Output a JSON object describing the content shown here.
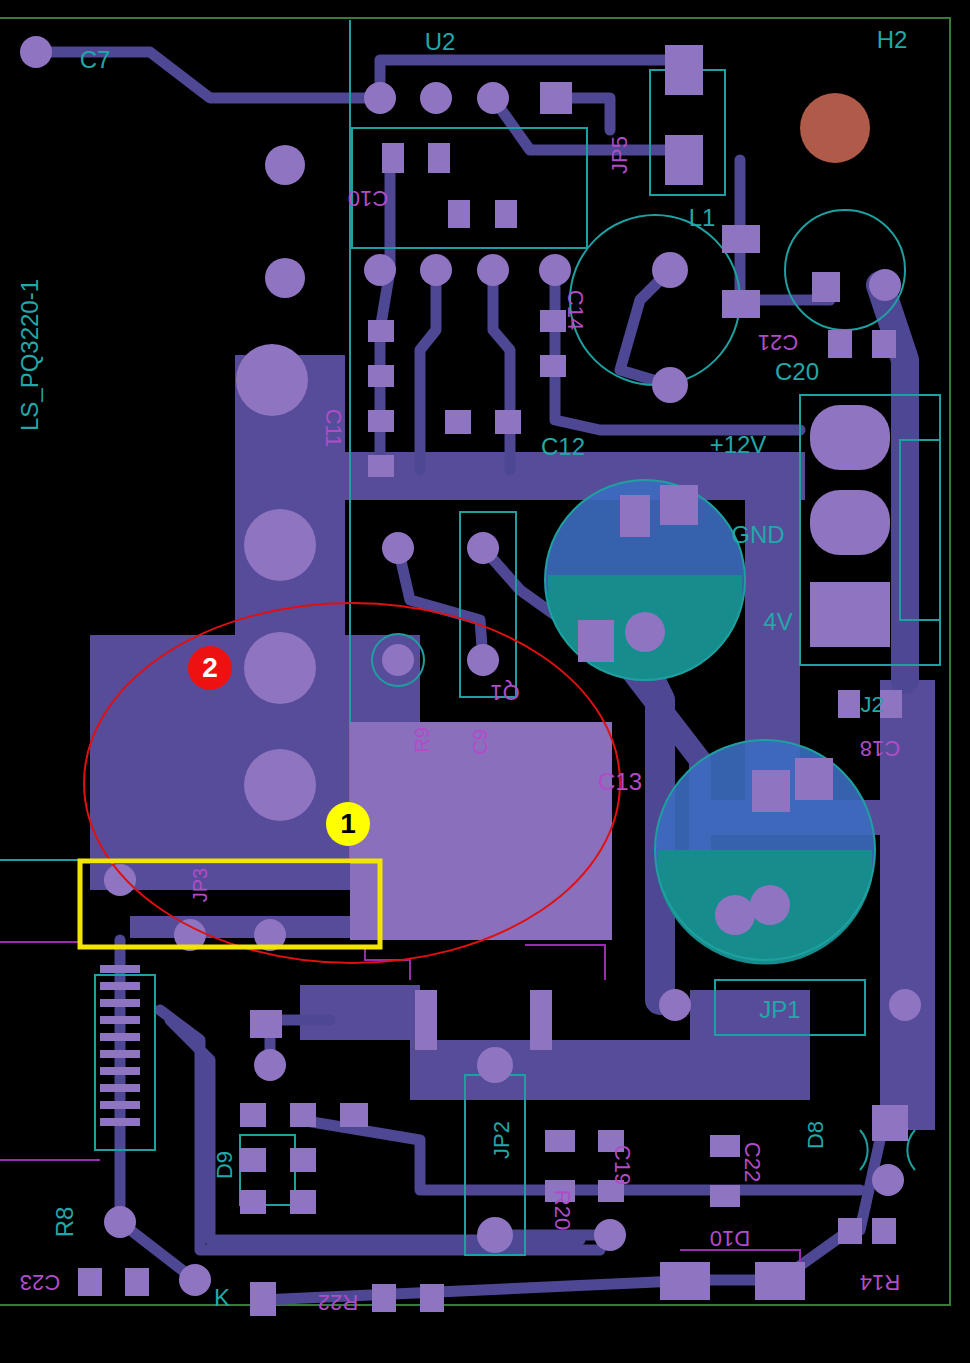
{
  "diagram": {
    "labels": [
      "C7",
      "U2",
      "H2",
      "C10",
      "JP5",
      "L1",
      "C14",
      "C21",
      "C20",
      "C11",
      "C12",
      "+12V",
      "GND",
      "4V",
      "LS_PQ3220-1",
      "Q1",
      "R9",
      "C9",
      "C13",
      "J2",
      "C18",
      "1",
      "2",
      "JP3",
      "JP1",
      "JP2",
      "D8",
      "C19",
      "R20",
      "C22",
      "D10",
      "D9",
      "R8",
      "C23",
      "K",
      "R22",
      "R14"
    ]
  }
}
